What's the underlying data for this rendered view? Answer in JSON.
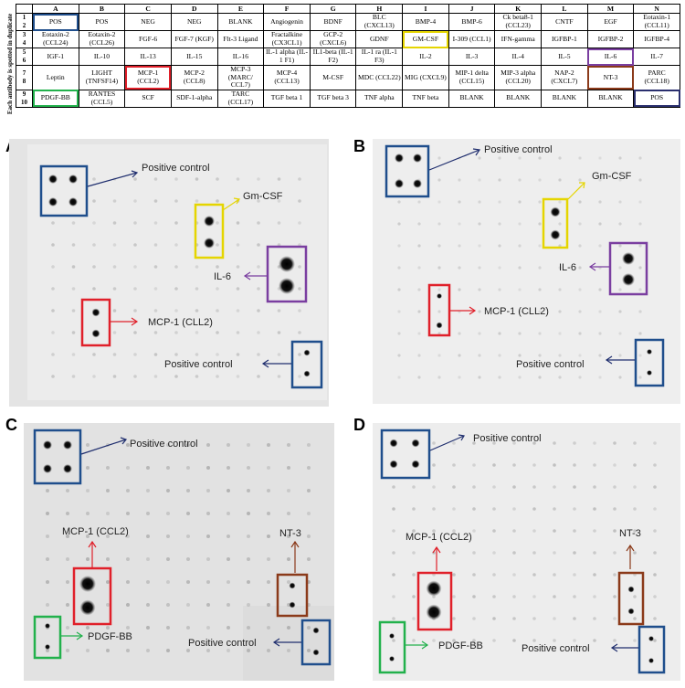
{
  "map": {
    "side_label": "Each antibody is spotted in duplicate",
    "columns": [
      "",
      "A",
      "B",
      "C",
      "D",
      "E",
      "F",
      "G",
      "H",
      "I",
      "J",
      "K",
      "L",
      "M",
      "N"
    ],
    "rows": [
      {
        "num": "1\n2",
        "cells": [
          "POS",
          "POS",
          "NEG",
          "NEG",
          "BLANK",
          "Angiogenin",
          "BDNF",
          "BLC (CXCL13)",
          "BMP-4",
          "BMP-6",
          "Ck beta8-1 (CCL23)",
          "CNTF",
          "EGF",
          "Eotaxin-1 (CCL11)"
        ]
      },
      {
        "num": "3\n4",
        "cells": [
          "Eotaxin-2 (CCL24)",
          "Eotaxin-2 (CCL26)",
          "FGF-6",
          "FGF-7 (KGF)",
          "Flt-3 Ligand",
          "Fractalkine (CX3CL1)",
          "GCP-2 (CXCL6)",
          "GDNF",
          "GM-CSF",
          "I-309 (CCL1)",
          "IFN-gamma",
          "IGFBP-1",
          "IGFBP-2",
          "IGFBP-4"
        ]
      },
      {
        "num": "5\n6",
        "cells": [
          "IGF-1",
          "IL-10",
          "IL-13",
          "IL-15",
          "IL-16",
          "IL-1 alpha (IL-1 F1)",
          "IL1-beta (IL-1 F2)",
          "IL-1 ra (IL-1 F3)",
          "IL-2",
          "IL-3",
          "IL-4",
          "IL-5",
          "IL-6",
          "IL-7"
        ]
      },
      {
        "num": "7\n8",
        "cells": [
          "Leptin",
          "LIGHT (TNFSF14)",
          "MCP-1 (CCL2)",
          "MCP-2 (CCL8)",
          "MCP-3 (MARC/ CCL7)",
          "MCP-4 (CCL13)",
          "M-CSF",
          "MDC (CCL22)",
          "MIG (CXCL9)",
          "MIP-1 delta (CCL15)",
          "MIP-3 alpha (CCL20)",
          "NAP-2 (CXCL7)",
          "NT-3",
          "PARC (CCL18)"
        ]
      },
      {
        "num": "9\n10",
        "cells": [
          "PDGF-BB",
          "RANTES (CCL5)",
          "SCF",
          "SDF-1-alpha",
          "TARC (CCL17)",
          "TGF beta 1",
          "TGF beta 3",
          "TNF alpha",
          "TNF beta",
          "BLANK",
          "BLANK",
          "BLANK",
          "BLANK",
          "POS"
        ]
      }
    ]
  },
  "panels": {
    "A": {
      "letter": "A",
      "labels": {
        "pos_top": "Positive control",
        "gmcsf": "Gm-CSF",
        "il6": "IL-6",
        "mcp1": "MCP-1 (CLL2)",
        "pos_bottom": "Positive control"
      }
    },
    "B": {
      "letter": "B",
      "labels": {
        "pos_top": "Positive control",
        "gmcsf": "Gm-CSF",
        "il6": "IL-6",
        "mcp1": "MCP-1 (CLL2)",
        "pos_bottom": "Positive control"
      }
    },
    "C": {
      "letter": "C",
      "labels": {
        "pos_top": "Positive control",
        "mcp1": "MCP-1 (CCL2)",
        "nt3": "NT-3",
        "pdgf": "PDGF-BB",
        "pos_bottom": "Positive control"
      }
    },
    "D": {
      "letter": "D",
      "labels": {
        "pos_top": "Positive control",
        "mcp1": "MCP-1 (CCL2)",
        "nt3": "NT-3",
        "pdgf": "PDGF-BB",
        "pos_bottom": "Positive control"
      }
    }
  },
  "colors": {
    "blue": "#1f4e8c",
    "yellow": "#e5d500",
    "red": "#e0202a",
    "purple": "#7a3ea0",
    "brown": "#8b3a1a",
    "green": "#22b14c",
    "navy": "#2a2f6e"
  }
}
